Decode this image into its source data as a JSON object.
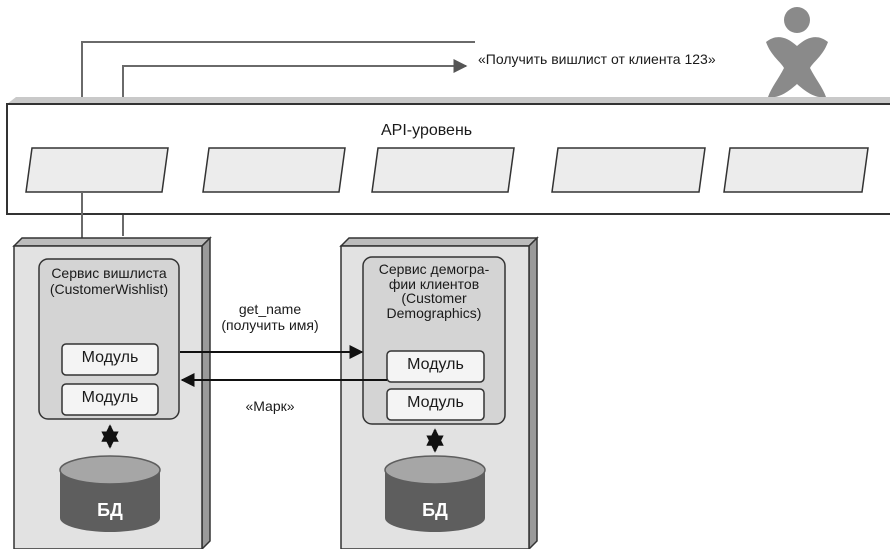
{
  "request_label": "«Получить вишлист от клиента 123»",
  "api_layer": {
    "title": "API-уровень"
  },
  "wishlist_service": {
    "title_line1": "Сервис вишлиста",
    "title_line2": "(CustomerWishlist)",
    "module1": "Модуль",
    "module2": "Модуль",
    "db": "БД"
  },
  "demographics_service": {
    "title_line1": "Сервис демогра-",
    "title_line2": "фии клиентов",
    "title_line3": "(Customer",
    "title_line4": "Demographics)",
    "module1": "Модуль",
    "module2": "Модуль",
    "db": "БД"
  },
  "call": {
    "line1": "get_name",
    "line2": "(получить имя)"
  },
  "response": "«Марк»",
  "colors": {
    "line": "#5a5a5a",
    "box_fill": "#eaeaea",
    "outer_fill": "#e2e2e2",
    "db_body": "#5e5e5e",
    "db_top": "#a6a6a6",
    "user_icon": "#8a8a8a"
  },
  "icons": {
    "user": "user-icon"
  }
}
